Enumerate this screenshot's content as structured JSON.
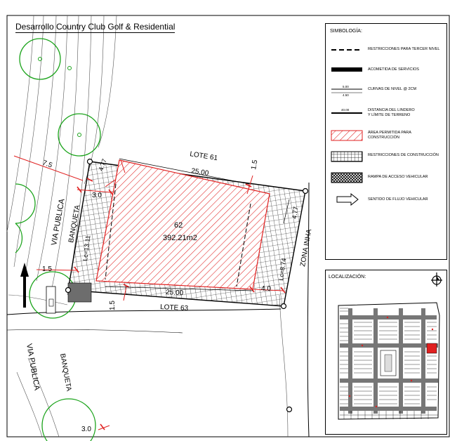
{
  "title": "Desarrollo Country Club Golf & Residential",
  "plan": {
    "lot_number": "62",
    "lot_area": "392.21m2",
    "neighbor_top": "LOTE 61",
    "neighbor_bottom": "LOTE 63",
    "street_left_1": "VIA PUBLICA",
    "street_left_2": "VIA PUBLICA",
    "sidewalk_1": "BANQUETA",
    "sidewalk_2": "BANQUETA",
    "zone_right": "ZONA INHA",
    "dims": {
      "top_length": "25.00",
      "bottom_length": "25.00",
      "front_left": "Lc=13.11",
      "back_right": "Lc=8.74",
      "right_side": "4.77",
      "left_top": "4.77",
      "setback_top": "1.5",
      "setback_bottom": "1.5",
      "setback_left": "1.5",
      "front_setback": "3.0",
      "back_setback": "4.0",
      "offset": "7.5",
      "front_setback_bottom": "3.0"
    }
  },
  "legend": {
    "heading": "SIMBOLOGÍA:",
    "items": [
      {
        "label": "RESTRICCIONES PARA TERCER NIVEL"
      },
      {
        "label": "ACOMETIDA DE SERVICIOS"
      },
      {
        "label": "CURVAS DE NIVEL @ 2CM",
        "sym_top": "5.00",
        "sym_bottom": "4.50"
      },
      {
        "label": "DISTANCIA DEL LINDERO\nY LÍMITE DE TERRENO",
        "sym_text": "40.00"
      },
      {
        "label": "ÁREA PERMITIDA PARA\nCONSTRUCCIÓN"
      },
      {
        "label": "RESTRICCIONES DE CONSTRUCCIÓN"
      },
      {
        "label": "RAMPA DE ACCESO VEHICULAR"
      },
      {
        "label": "SENTIDO DE FLUJO VEHICULAR"
      }
    ]
  },
  "location": {
    "heading": "LOCALIZACIÓN:"
  },
  "colors": {
    "red": "#e02020",
    "green": "#1aa31a",
    "highlight": "#e02020"
  }
}
